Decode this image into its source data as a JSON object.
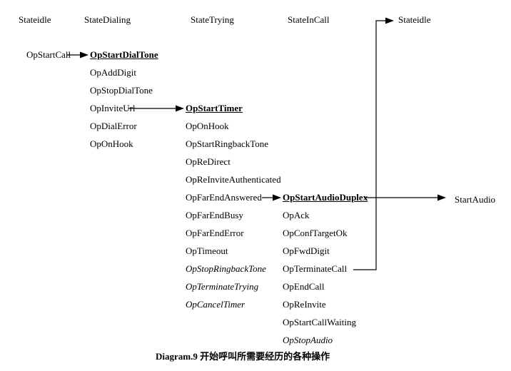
{
  "caption": "Diagram.9 开始呼叫所需要经历的各种操作",
  "headers": {
    "idle_left": "Stateidle",
    "dialing": "StateDialing",
    "trying": "StateTrying",
    "incall": "StateInCall",
    "idle_right": "Stateidle"
  },
  "idle_ops": [
    "OpStartCall"
  ],
  "dialing_ops": [
    "OpStartDialTone",
    "OpAddDigit",
    "OpStopDialTone",
    "OpInviteUrl",
    "OpDialError",
    "OpOnHook"
  ],
  "trying_ops": [
    "OpStartTimer",
    "OpOnHook",
    "OpStartRingbackTone",
    "OpReDirect",
    "OpReInviteAuthenticated",
    "OpFarEndAnswered",
    "OpFarEndBusy",
    "OpFarEndError",
    "OpTimeout",
    "OpStopRingbackTone",
    "OpTerminateTrying",
    "OpCancelTimer"
  ],
  "incall_ops": [
    "OpStartAudioDuplex",
    "OpAck",
    "OpConfTargetOk",
    "OpFwdDigit",
    "OpTerminateCall",
    "OpEndCall",
    "OpReInvite",
    "OpStartCallWaiting",
    "OpStopAudio"
  ],
  "results": [
    "StartAudio"
  ],
  "colors": {
    "text": "#000000",
    "background": "#ffffff",
    "line": "#000000"
  }
}
